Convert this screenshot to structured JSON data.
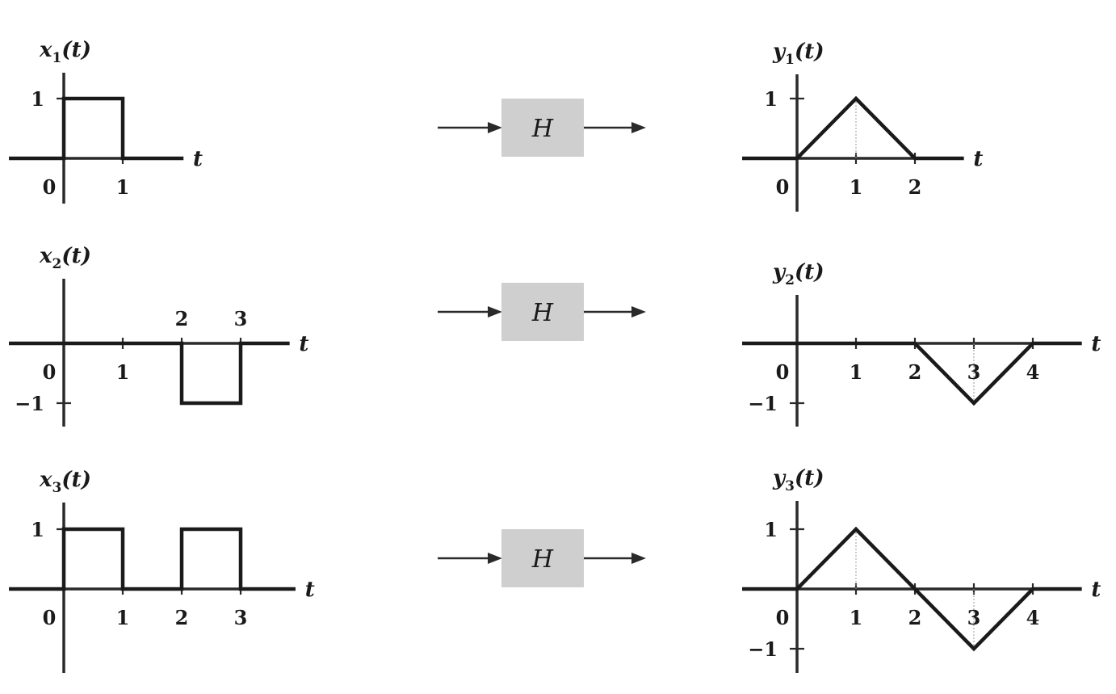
{
  "system": {
    "block_label": "H"
  },
  "rows": [
    {
      "input": {
        "label_base": "x",
        "label_sub": "1",
        "label_arg": "(t)",
        "axis_var": "t",
        "x_ticks": [
          0,
          1
        ],
        "y_ticks": [
          1
        ],
        "t_max": 2.0,
        "x_tick_labels": [
          {
            "v": 0,
            "text": "0"
          },
          {
            "v": 1,
            "text": "1"
          }
        ],
        "y_tick_labels": [
          {
            "v": 1,
            "text": "1"
          }
        ],
        "points": [
          [
            -0.9,
            0
          ],
          [
            0,
            0
          ],
          [
            0,
            1
          ],
          [
            1,
            1
          ],
          [
            1,
            0
          ],
          [
            2.0,
            0
          ]
        ]
      },
      "output": {
        "label_base": "y",
        "label_sub": "1",
        "label_arg": "(t)",
        "axis_var": "t",
        "x_ticks": [
          0,
          1,
          2
        ],
        "y_ticks": [
          1
        ],
        "t_max": 2.8,
        "x_tick_labels": [
          {
            "v": 0,
            "text": "0"
          },
          {
            "v": 1,
            "text": "1"
          },
          {
            "v": 2,
            "text": "2"
          }
        ],
        "y_tick_labels": [
          {
            "v": 1,
            "text": "1"
          }
        ],
        "points": [
          [
            -0.9,
            0
          ],
          [
            0,
            0
          ],
          [
            1,
            1
          ],
          [
            2,
            0
          ],
          [
            2.8,
            0
          ]
        ]
      }
    },
    {
      "input": {
        "label_base": "x",
        "label_sub": "2",
        "label_arg": "(t)",
        "axis_var": "t",
        "x_ticks": [
          0,
          1,
          2,
          3
        ],
        "y_ticks": [
          -1
        ],
        "t_max": 3.8,
        "x_tick_labels": [
          {
            "v": 0,
            "text": "0",
            "pos": "below"
          },
          {
            "v": 1,
            "text": "1",
            "pos": "below"
          },
          {
            "v": 2,
            "text": "2",
            "pos": "above"
          },
          {
            "v": 3,
            "text": "3",
            "pos": "above"
          }
        ],
        "y_tick_labels": [
          {
            "v": -1,
            "text": "−1"
          }
        ],
        "points": [
          [
            -0.9,
            0
          ],
          [
            2,
            0
          ],
          [
            2,
            -1
          ],
          [
            3,
            -1
          ],
          [
            3,
            0
          ],
          [
            3.8,
            0
          ]
        ]
      },
      "output": {
        "label_base": "y",
        "label_sub": "2",
        "label_arg": "(t)",
        "axis_var": "t",
        "x_ticks": [
          0,
          1,
          2,
          3,
          4
        ],
        "y_ticks": [
          -1
        ],
        "t_max": 4.8,
        "x_tick_labels": [
          {
            "v": 0,
            "text": "0"
          },
          {
            "v": 1,
            "text": "1"
          },
          {
            "v": 2,
            "text": "2"
          },
          {
            "v": 3,
            "text": "3"
          },
          {
            "v": 4,
            "text": "4"
          }
        ],
        "y_tick_labels": [
          {
            "v": -1,
            "text": "−1"
          }
        ],
        "points": [
          [
            -0.9,
            0
          ],
          [
            2,
            0
          ],
          [
            3,
            -1
          ],
          [
            4,
            0
          ],
          [
            4.8,
            0
          ]
        ]
      }
    },
    {
      "input": {
        "label_base": "x",
        "label_sub": "3",
        "label_arg": "(t)",
        "axis_var": "t",
        "x_ticks": [
          0,
          1,
          2,
          3
        ],
        "y_ticks": [
          1
        ],
        "t_max": 3.9,
        "x_tick_labels": [
          {
            "v": 0,
            "text": "0"
          },
          {
            "v": 1,
            "text": "1"
          },
          {
            "v": 2,
            "text": "2"
          },
          {
            "v": 3,
            "text": "3"
          }
        ],
        "y_tick_labels": [
          {
            "v": 1,
            "text": "1"
          }
        ],
        "points": [
          [
            -0.9,
            0
          ],
          [
            0,
            0
          ],
          [
            0,
            1
          ],
          [
            1,
            1
          ],
          [
            1,
            0
          ],
          [
            2,
            0
          ],
          [
            2,
            1
          ],
          [
            3,
            1
          ],
          [
            3,
            0
          ],
          [
            3.9,
            0
          ]
        ]
      },
      "output": {
        "label_base": "y",
        "label_sub": "3",
        "label_arg": "(t)",
        "axis_var": "t",
        "x_ticks": [
          0,
          1,
          2,
          3,
          4
        ],
        "y_ticks": [
          1,
          -1
        ],
        "t_max": 4.8,
        "x_tick_labels": [
          {
            "v": 0,
            "text": "0"
          },
          {
            "v": 1,
            "text": "1"
          },
          {
            "v": 2,
            "text": "2"
          },
          {
            "v": 3,
            "text": "3"
          },
          {
            "v": 4,
            "text": "4"
          }
        ],
        "y_tick_labels": [
          {
            "v": 1,
            "text": "1"
          },
          {
            "v": -1,
            "text": "−1"
          }
        ],
        "points": [
          [
            -0.9,
            0
          ],
          [
            0,
            0
          ],
          [
            1,
            1
          ],
          [
            3,
            -1
          ],
          [
            4,
            0
          ],
          [
            4.8,
            0
          ]
        ]
      }
    }
  ]
}
